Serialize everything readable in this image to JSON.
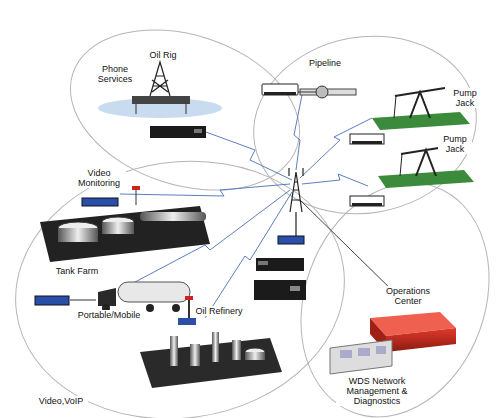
{
  "diagram": {
    "labels": [
      "Phone Services",
      "Oil Rig",
      "Pipeline",
      "Pump Jack",
      "Pump Jack",
      "Video Monitoring",
      "Tank Farm",
      "Portable/Mobile",
      "Oil Refinery",
      "Operations Center",
      "WDS Network Management & Diagnostics",
      "Video,VoIP"
    ]
  }
}
